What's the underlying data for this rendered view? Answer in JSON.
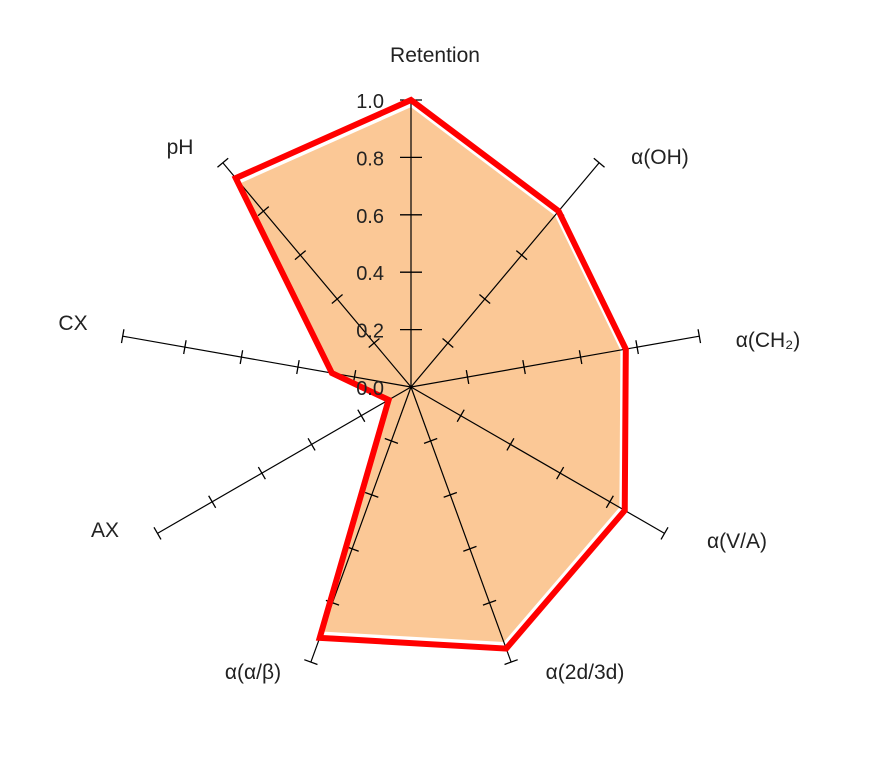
{
  "chart_data": {
    "type": "radar",
    "title": "",
    "axes": [
      "Retention",
      "α(OH)",
      "α(CH₂)",
      "α(V/A)",
      "α(2d/3d)",
      "α(α/β)",
      "AX",
      "CX",
      "pH"
    ],
    "values": [
      1.0,
      0.8,
      0.76,
      0.86,
      0.97,
      0.93,
      0.09,
      0.28,
      0.95
    ],
    "radial_ticks": [
      "0.0",
      "0.2",
      "0.4",
      "0.6",
      "0.8",
      "1.0"
    ],
    "range": [
      0,
      1.0
    ],
    "colors": {
      "line": "#ff0000",
      "fill": "#fbc896",
      "axis": "#000000"
    }
  }
}
